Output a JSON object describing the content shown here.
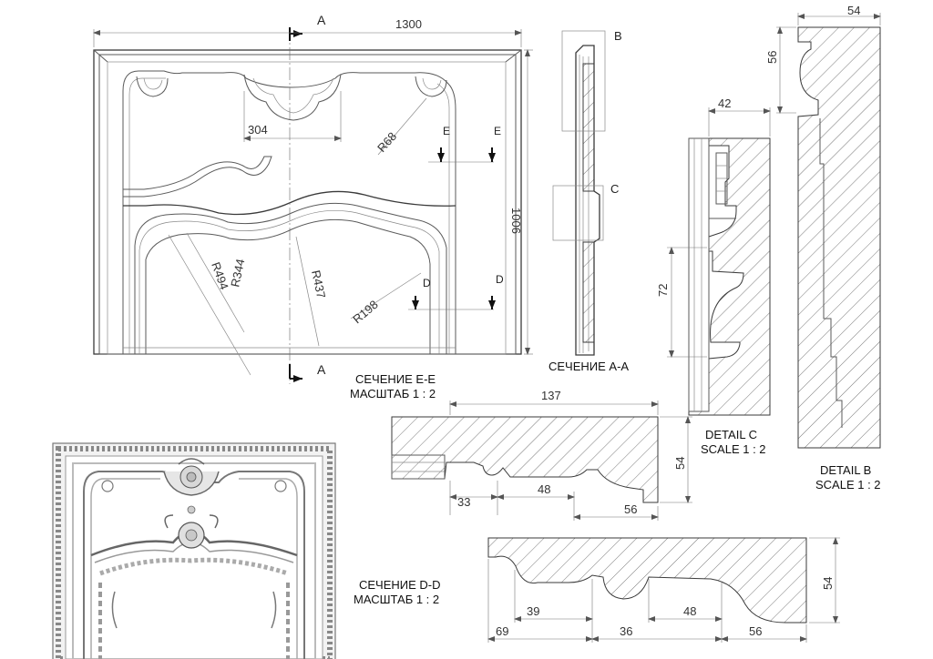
{
  "front_view": {
    "width_dim": "1300",
    "height_dim": "1006",
    "dim_304": "304",
    "r68": "R68",
    "r344": "R344",
    "r494": "R494",
    "r437": "R437",
    "r198": "R198",
    "cut_a": "A",
    "cut_e": "E",
    "cut_d": "D"
  },
  "section_aa": {
    "label_b": "B",
    "label_c": "C",
    "title": "СЕЧЕНИЕ А-А"
  },
  "detail_c": {
    "dim_42": "42",
    "dim_72": "72",
    "title": "DETAIL C",
    "scale": "SCALE 1 : 2"
  },
  "detail_b": {
    "dim_54": "54",
    "dim_56": "56",
    "title": "DETAIL B",
    "scale": "SCALE 1 : 2"
  },
  "section_ee": {
    "title": "СЕЧЕНИЕ Е-Е",
    "scale": "МАСШТАБ 1 : 2",
    "dim_137": "137",
    "dim_54": "54",
    "dim_33": "33",
    "dim_48": "48",
    "dim_56": "56"
  },
  "section_dd": {
    "title": "СЕЧЕНИЕ D-D",
    "scale": "МАСШТАБ 1 : 2",
    "dim_54": "54",
    "dim_39": "39",
    "dim_48": "48",
    "dim_69": "69",
    "dim_36": "36",
    "dim_56": "56"
  }
}
